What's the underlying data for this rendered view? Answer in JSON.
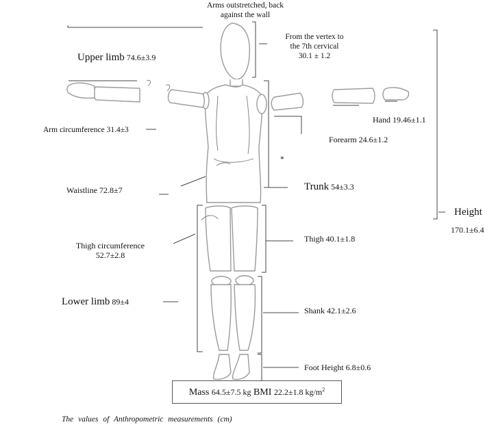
{
  "figure": {
    "arm_span": {
      "line1": "Arms outstretched, back",
      "line2": "against the wall"
    },
    "head": {
      "line1": "From the vertex to",
      "line2": "the 7th cervical",
      "value": "30.1 ± 1.2"
    },
    "upper_limb": {
      "label": "Upper limb",
      "value": "74.6±3.9"
    },
    "arm_circumference": {
      "label": "Arm circumference",
      "value": "31.4±3"
    },
    "hand": {
      "label": "Hand",
      "value": "19.46±1.1"
    },
    "forearm": {
      "label": "Forearm",
      "value": "24.6±1.2"
    },
    "waistline": {
      "label": "Waistline",
      "value": "72.8±7"
    },
    "trunk": {
      "label": "Trunk",
      "value": "54±3.3"
    },
    "height": {
      "label": "Height",
      "value": "170.1±6.4"
    },
    "thigh_circumference": {
      "label": "Thigh circumference",
      "value": "52.7±2.8"
    },
    "thigh": {
      "label": "Thigh",
      "value": "40.1±1.8"
    },
    "lower_limb": {
      "label": "Lower limb",
      "value": "89±4"
    },
    "shank": {
      "label": "Shank",
      "value": "42.1±2.6"
    },
    "foot_height": {
      "label": "Foot Height",
      "value": "6.8±0.6"
    },
    "mass": {
      "label": "Mass",
      "value": "64.5±7.5 kg"
    },
    "bmi": {
      "label": "BMI",
      "value": "22.2±1.8 kg/m",
      "superscript": "2"
    },
    "stray_mark": "*",
    "caption": "The values of Anthropometric measurements (cm)"
  }
}
